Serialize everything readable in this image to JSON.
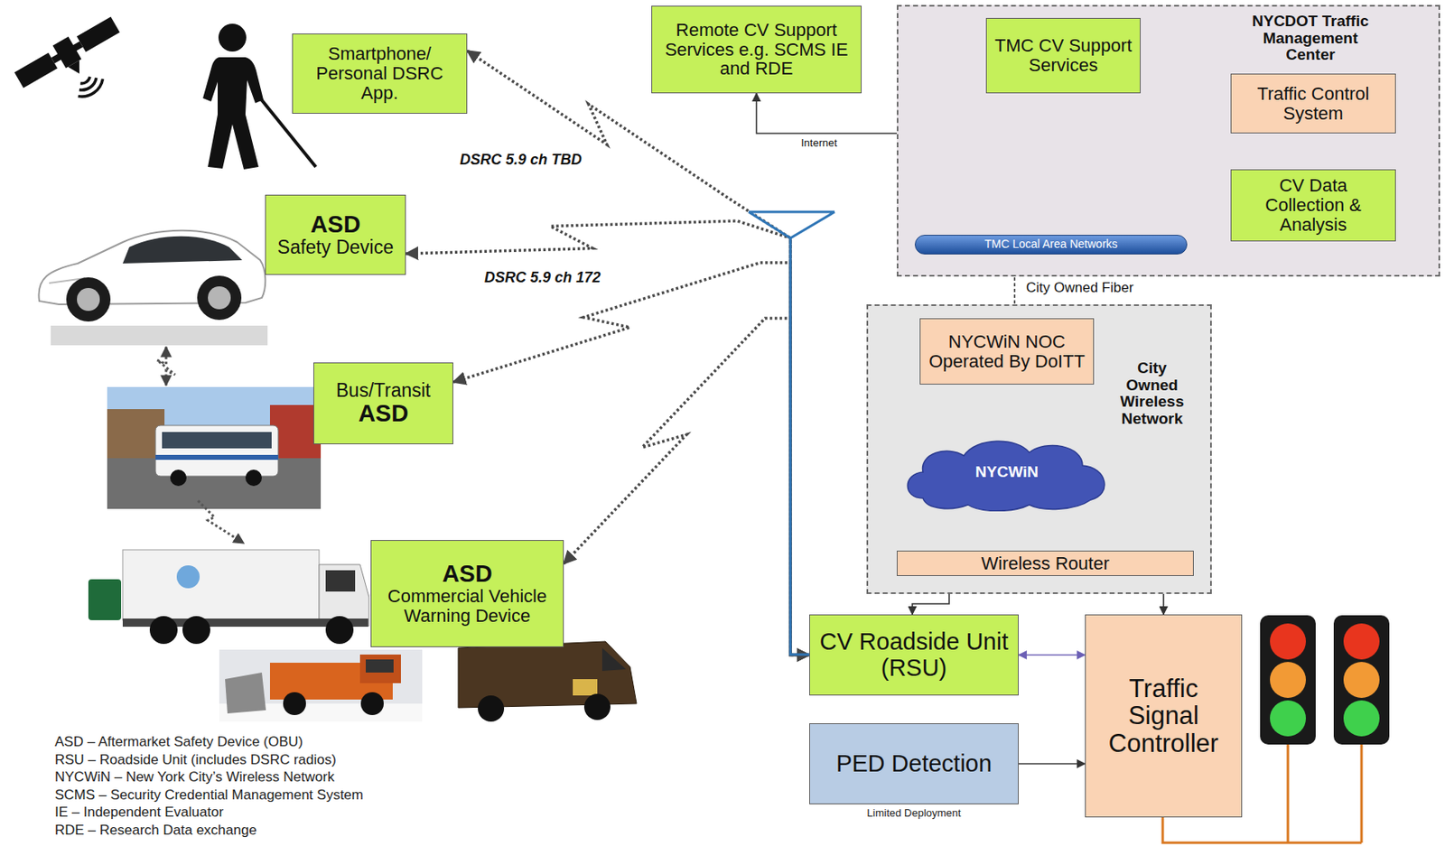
{
  "diagram": {
    "nodes": [
      {
        "text": [
          "Smartphone/ Personal DSRC App."
        ]
      },
      {
        "text": [
          "Remote CV Support Services e.g. SCMS IE and RDE"
        ]
      },
      {
        "text": [
          "NYCDOT Traffic Management Center"
        ]
      },
      {
        "text": [
          "TMC CV Support Services"
        ],
        "in": 2
      },
      {
        "text": [
          "Traffic Control System"
        ],
        "in": 2
      },
      {
        "text": [
          "CV Data Collection & Analysis"
        ],
        "in": 2
      },
      {
        "text": [
          "TMC Local Area Networks"
        ],
        "in": 2
      },
      {
        "text": [
          "ASD",
          "Safety Device"
        ]
      },
      {
        "text": [
          "City Owned Wireless Network"
        ]
      },
      {
        "text": [
          "NYCWiN NOC Operated By DoITT"
        ],
        "in": 8
      },
      {
        "text": [
          "NYCWiN"
        ],
        "in": 8
      },
      {
        "text": [
          "Bus/Transit",
          "ASD"
        ]
      },
      {
        "text": [
          "Wireless Router"
        ],
        "in": 8
      },
      {
        "text": [
          "ASD",
          "Commercial Vehicle Warning Device"
        ]
      },
      {
        "text": [
          "CV Roadside Unit (RSU)"
        ]
      },
      {
        "text": [
          "Traffic Signal Controller"
        ]
      },
      {
        "text": [
          "PED Detection",
          "Limited Deployment"
        ]
      }
    ],
    "edges": [
      {
        "from": 0,
        "to": 14,
        "arrow": "both",
        "label": "DSRC 5.9 ch TBD"
      },
      {
        "from": 7,
        "to": 14,
        "arrow": "both",
        "label": "DSRC 5.9 ch 172"
      },
      {
        "from": 11,
        "to": 14,
        "arrow": "both"
      },
      {
        "from": 13,
        "to": 14,
        "arrow": "both"
      },
      {
        "from": 6,
        "to": 1,
        "arrow": "both",
        "label": "Internet"
      },
      {
        "from": 3,
        "to": 6,
        "arrow": "both"
      },
      {
        "from": 6,
        "to": 4,
        "arrow": "both"
      },
      {
        "from": 4,
        "to": 5,
        "arrow": "both"
      },
      {
        "from": 5,
        "to": 6,
        "arrow": "both"
      },
      {
        "from": 6,
        "to": 9,
        "arrow": "both",
        "label": "City Owned Fiber"
      },
      {
        "from": 9,
        "to": 10,
        "arrow": "both"
      },
      {
        "from": 10,
        "to": 12,
        "arrow": "both"
      },
      {
        "from": 12,
        "to": 14,
        "arrow": "both"
      },
      {
        "from": 12,
        "to": 15,
        "arrow": "both"
      },
      {
        "from": 14,
        "to": 15,
        "arrow": "both"
      },
      {
        "from": 16,
        "to": 15,
        "arrow": "to"
      }
    ],
    "labels": [
      "ASD – Aftermarket Safety Device (OBU)",
      "RSU – Roadside Unit (includes DSRC radios)",
      "NYCWiN – New York City’s Wireless Network",
      "SCMS – Security Credential Management System",
      "IE – Independent Evaluator",
      "RDE – Research Data exchange"
    ]
  }
}
